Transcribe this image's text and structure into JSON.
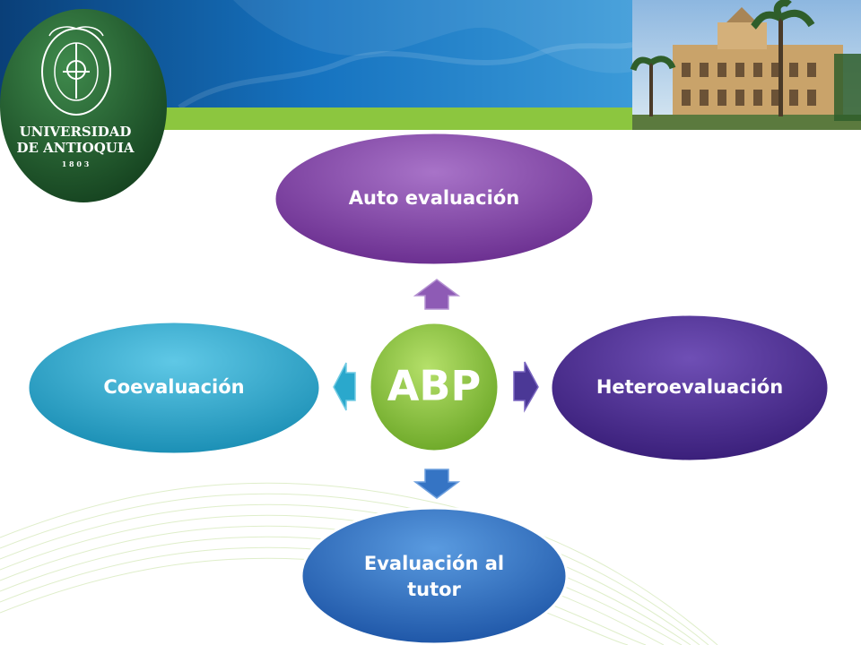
{
  "logo": {
    "line1": "UNIVERSIDAD",
    "line2": "DE ANTIOQUIA",
    "year": "1 8 0 3"
  },
  "diagram": {
    "center": {
      "label": "ABP",
      "color": "#8cc63f"
    },
    "nodes": [
      {
        "id": "top",
        "label": "Auto evaluación",
        "color": "#7b3f9e"
      },
      {
        "id": "right",
        "label": "Heteroevaluación",
        "color": "#4b2c8f"
      },
      {
        "id": "bottom",
        "label_lines": [
          "Evaluación al",
          "tutor"
        ],
        "color": "#2e6fc2"
      },
      {
        "id": "left",
        "label": "Coevaluación",
        "color": "#29a6c9"
      }
    ]
  },
  "colors": {
    "header_blue": "#0b5ea8",
    "header_green": "#8cc63f",
    "logo_green": "#1f5a2c"
  }
}
